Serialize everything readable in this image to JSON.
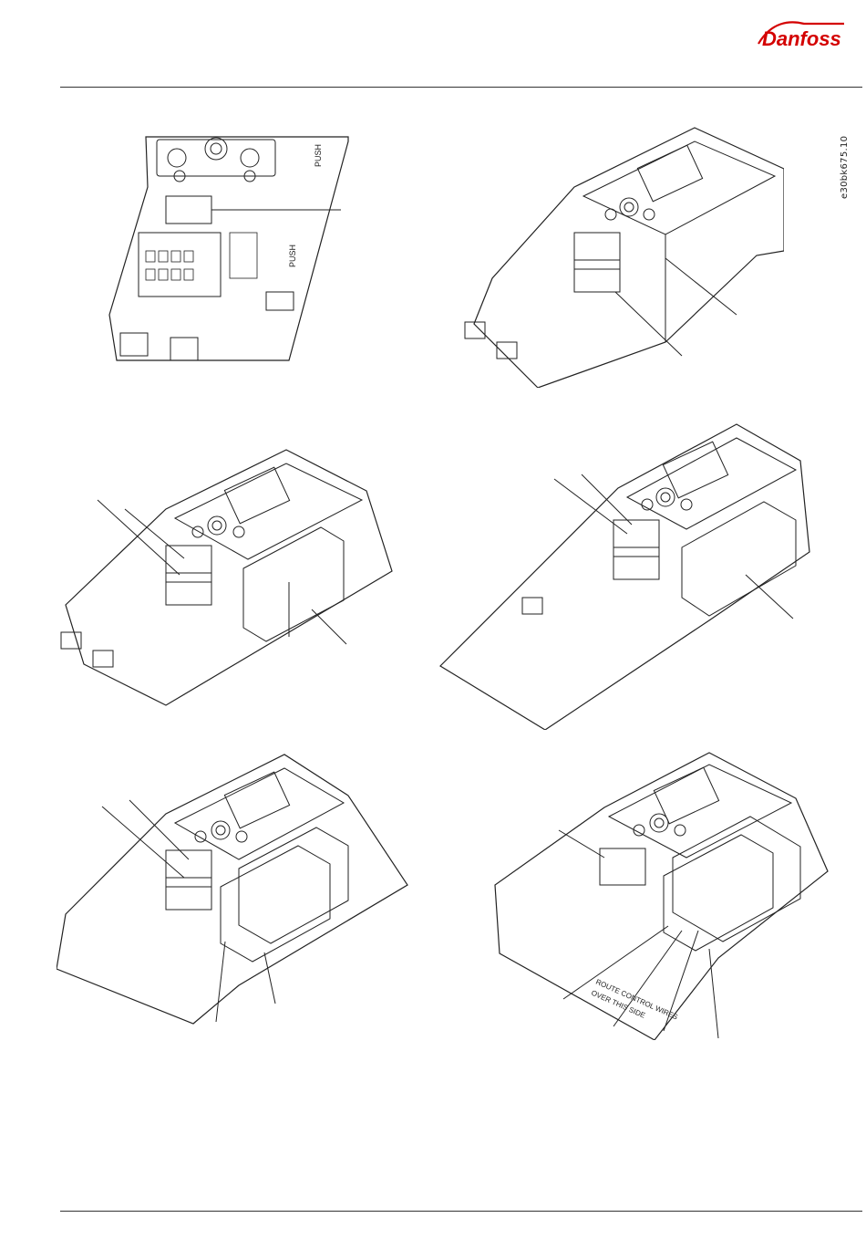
{
  "brand": {
    "logo_text": "Danfoss"
  },
  "document": {
    "illustration_code": "e30bk675.10"
  },
  "figure1": {
    "push_label_top": "PUSH",
    "push_label_mid": "PUSH"
  },
  "figure6": {
    "board_text_1": "ROUTE CONTROL WIRES",
    "board_text_2": "OVER THIS SIDE"
  }
}
